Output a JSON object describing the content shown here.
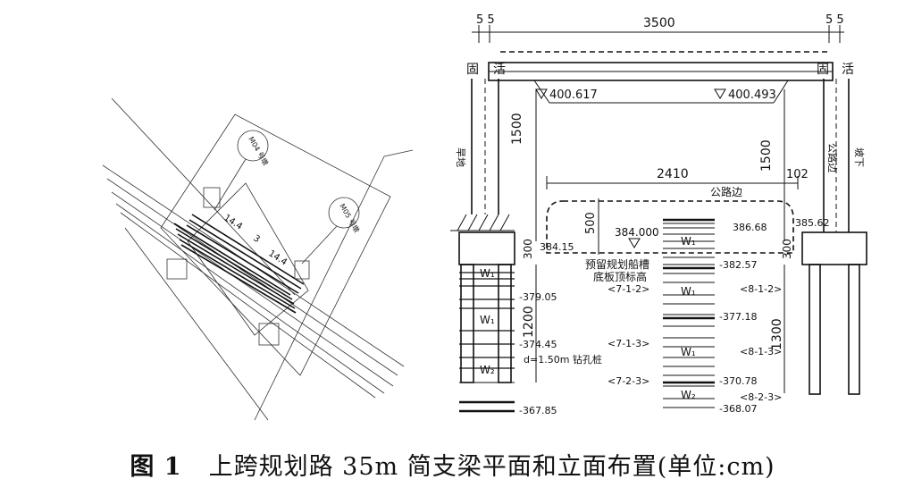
{
  "caption": {
    "figure_no": "图 1",
    "text": "上跨规划路 35m 简支梁平面和立面布置(单位:cm)"
  },
  "plan": {
    "pier_left": "M04\n号墩",
    "pier_right": "M05\n号墩",
    "dim_a": "14.4",
    "dim_b": "3",
    "dim_c": "14.4"
  },
  "elevation": {
    "dim_end_left": "5 5",
    "dim_end_right": "5 5",
    "dim_span": "3500",
    "bearing_fixed": "固",
    "bearing_free": "活",
    "elev_left_top": "400.617",
    "elev_right_top": "400.493",
    "dim_clear_left": "1500",
    "dim_clear_right": "1500",
    "dim_road": "2410",
    "dim_102": "102",
    "label_road_edge": "公路边",
    "label_dry_land": "旱地",
    "label_road_edge_vertical": "公路边",
    "label_slope_down": "坡下",
    "dim_500": "500",
    "elev_channel": "384.000",
    "elev_38668": "386.68",
    "elev_38562": "385.62",
    "elev_38415": "384.15",
    "dim_300_left": "300",
    "dim_300_right": "300",
    "label_channel_1": "预留规划船槽",
    "label_channel_2": "底板顶标高",
    "layer_w1": "W₁",
    "layer_w2": "W₂",
    "elev_38257": "-382.57",
    "elev_37905": "-379.05",
    "elev_37718": "-377.18",
    "elev_37445": "-374.45",
    "elev_37078": "-370.78",
    "elev_36785": "-367.85",
    "elev_36807": "-368.07",
    "dim_1200": "1200",
    "dim_1300": "1300",
    "pile_label": "d=1.50m 钻孔桩",
    "soil_712": "<7-1-2>",
    "soil_713": "<7-1-3>",
    "soil_723": "<7-2-3>",
    "soil_812": "<8-1-2>",
    "soil_813": "<8-1-3>",
    "soil_823": "<8-2-3>"
  }
}
